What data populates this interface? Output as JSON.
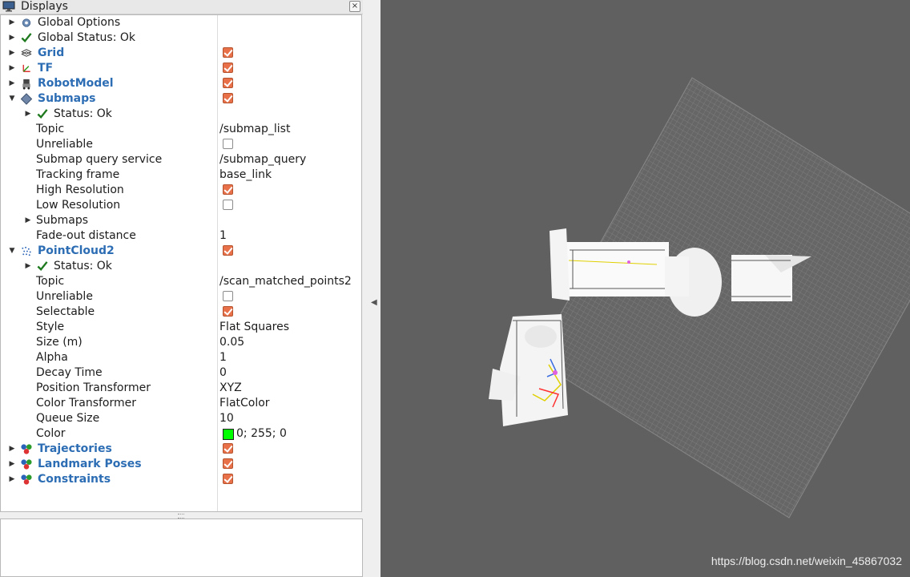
{
  "window": {
    "title": "Displays",
    "close_glyph": "×"
  },
  "tree": [
    {
      "label": "Global Options",
      "bold": false,
      "indent": 0,
      "arrow": "right",
      "icon": "gear-icon"
    },
    {
      "label": "Global Status: Ok",
      "bold": false,
      "indent": 0,
      "arrow": "right",
      "icon": "check-icon"
    },
    {
      "label": "Grid",
      "bold": true,
      "indent": 0,
      "arrow": "right",
      "icon": "grid-icon",
      "checkbox": true
    },
    {
      "label": "TF",
      "bold": true,
      "indent": 0,
      "arrow": "right",
      "icon": "tf-axes-icon",
      "checkbox": true
    },
    {
      "label": "RobotModel",
      "bold": true,
      "indent": 0,
      "arrow": "right",
      "icon": "robot-icon",
      "checkbox": true
    },
    {
      "label": "Submaps",
      "bold": true,
      "indent": 0,
      "arrow": "down",
      "icon": "submaps-icon",
      "checkbox": true
    },
    {
      "label": "Status: Ok",
      "bold": false,
      "indent": 1,
      "arrow": "right",
      "icon": "check-icon"
    },
    {
      "label": "Topic",
      "bold": false,
      "indent": 1,
      "value": "/submap_list"
    },
    {
      "label": "Unreliable",
      "bold": false,
      "indent": 1,
      "checkbox": false
    },
    {
      "label": "Submap query service",
      "bold": false,
      "indent": 1,
      "value": "/submap_query"
    },
    {
      "label": "Tracking frame",
      "bold": false,
      "indent": 1,
      "value": "base_link"
    },
    {
      "label": "High Resolution",
      "bold": false,
      "indent": 1,
      "checkbox": true
    },
    {
      "label": "Low Resolution",
      "bold": false,
      "indent": 1,
      "checkbox": false
    },
    {
      "label": "Submaps",
      "bold": false,
      "indent": 1,
      "arrow": "right"
    },
    {
      "label": "Fade-out distance",
      "bold": false,
      "indent": 1,
      "value": "1"
    },
    {
      "label": "PointCloud2",
      "bold": true,
      "indent": 0,
      "arrow": "down",
      "icon": "pointcloud-icon",
      "checkbox": true
    },
    {
      "label": "Status: Ok",
      "bold": false,
      "indent": 1,
      "arrow": "right",
      "icon": "check-icon"
    },
    {
      "label": "Topic",
      "bold": false,
      "indent": 1,
      "value": "/scan_matched_points2"
    },
    {
      "label": "Unreliable",
      "bold": false,
      "indent": 1,
      "checkbox": false
    },
    {
      "label": "Selectable",
      "bold": false,
      "indent": 1,
      "checkbox": true
    },
    {
      "label": "Style",
      "bold": false,
      "indent": 1,
      "value": "Flat Squares"
    },
    {
      "label": "Size (m)",
      "bold": false,
      "indent": 1,
      "value": "0.05"
    },
    {
      "label": "Alpha",
      "bold": false,
      "indent": 1,
      "value": "1"
    },
    {
      "label": "Decay Time",
      "bold": false,
      "indent": 1,
      "value": "0"
    },
    {
      "label": "Position Transformer",
      "bold": false,
      "indent": 1,
      "value": "XYZ"
    },
    {
      "label": "Color Transformer",
      "bold": false,
      "indent": 1,
      "value": "FlatColor"
    },
    {
      "label": "Queue Size",
      "bold": false,
      "indent": 1,
      "value": "10"
    },
    {
      "label": "Color",
      "bold": false,
      "indent": 1,
      "value": "0; 255; 0",
      "swatch": "#00ff00"
    },
    {
      "label": "Trajectories",
      "bold": true,
      "indent": 0,
      "arrow": "right",
      "icon": "markers-icon",
      "checkbox": true
    },
    {
      "label": "Landmark Poses",
      "bold": true,
      "indent": 0,
      "arrow": "right",
      "icon": "markers-icon",
      "checkbox": true
    },
    {
      "label": "Constraints",
      "bold": true,
      "indent": 0,
      "arrow": "right",
      "icon": "markers-icon",
      "checkbox": true
    }
  ],
  "viewport": {
    "watermark": "https://blog.csdn.net/weixin_45867032",
    "background": "#606060"
  },
  "colors": {
    "accent": "#2d6db4",
    "checkbox_on": "#e8714a"
  }
}
